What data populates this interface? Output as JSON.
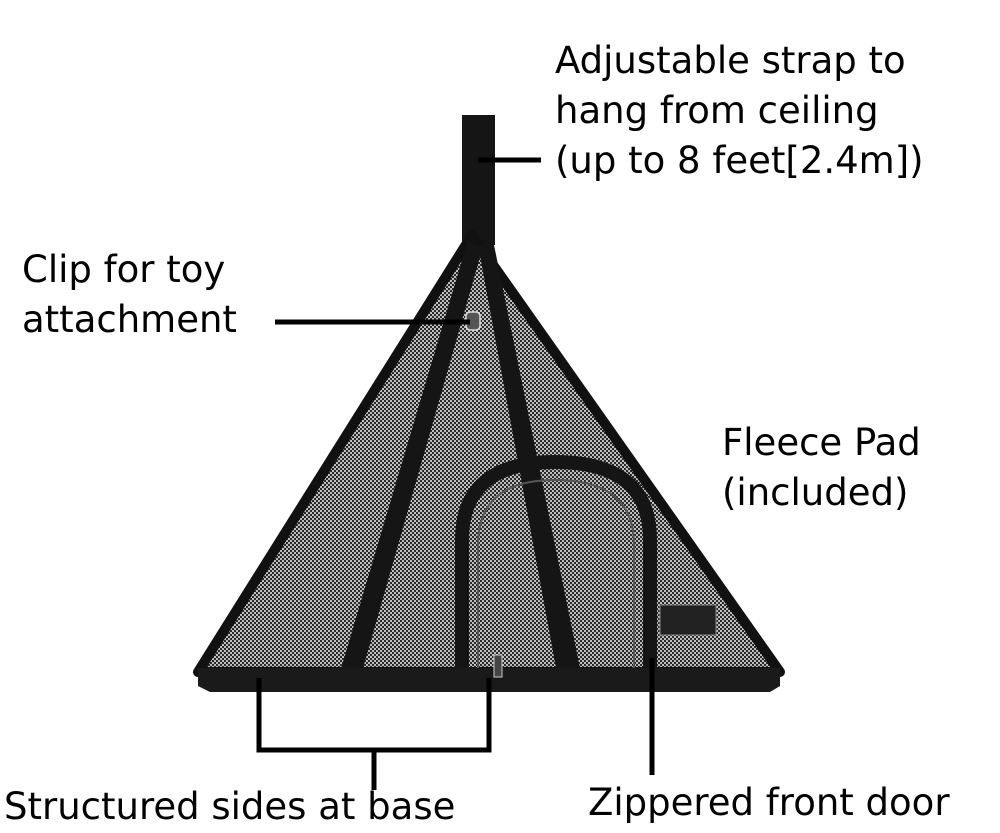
{
  "labels": {
    "strap": [
      "Adjustable strap to",
      "hang from ceiling",
      "(up to 8 feet[2.4m])"
    ],
    "clip": [
      "Clip for toy",
      "attachment"
    ],
    "pad": [
      "Fleece Pad",
      "(included)"
    ],
    "sides": "Structured sides at base",
    "door": "Zippered front door"
  },
  "colors": {
    "frame": "#111111",
    "mesh": "#8a8a8a",
    "leader": "#000000"
  }
}
